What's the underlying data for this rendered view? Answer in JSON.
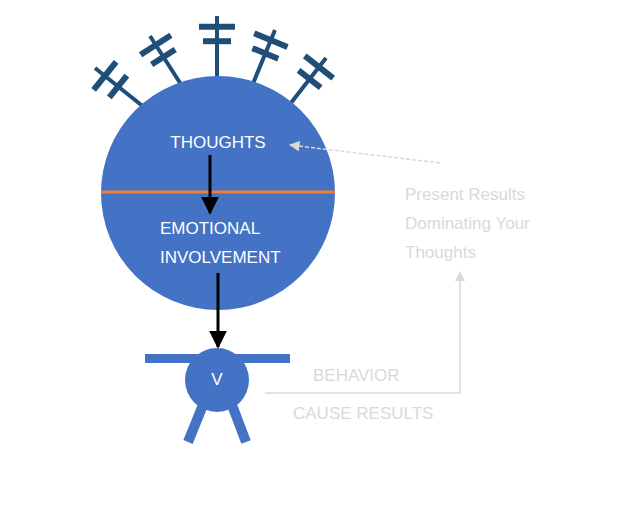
{
  "diagram": {
    "nodes": [
      {
        "text": [
          "THOUGHTS"
        ]
      },
      {
        "text": [
          "EMOTIONAL INVOLVEMENT"
        ]
      },
      {
        "text": [
          "V"
        ]
      }
    ],
    "edges": [
      {
        "from": 0,
        "to": 1,
        "arrow": "to"
      },
      {
        "from": 1,
        "to": 2,
        "arrow": "to"
      }
    ],
    "labels": [
      "Present Results Dominating Your Thoughts",
      "BEHAVIOR",
      "CAUSE RESULTS"
    ]
  }
}
